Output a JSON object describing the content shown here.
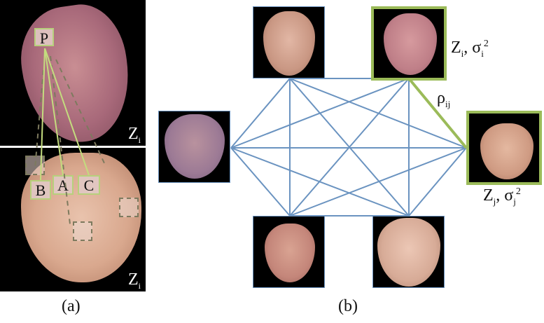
{
  "figure": {
    "panel_a": {
      "caption": "(a)",
      "top_image": {
        "label_main": "Z",
        "label_sub": "i",
        "source_patch": "P"
      },
      "bottom_image": {
        "label_main": "Z",
        "label_sub": "i",
        "target_patches": [
          "B",
          "A",
          "C"
        ]
      }
    },
    "panel_b": {
      "caption": "(b)",
      "nodes": [
        {
          "id": "top-left",
          "highlighted": false
        },
        {
          "id": "top-right",
          "highlighted": true,
          "label": {
            "z": "Z",
            "z_sub": "i",
            "sigma": "σ",
            "sigma_sub": "i",
            "sigma_sup": "2",
            "sep": ", "
          }
        },
        {
          "id": "left",
          "highlighted": false
        },
        {
          "id": "right",
          "highlighted": true,
          "label": {
            "z": "Z",
            "z_sub": "j",
            "sigma": "σ",
            "sigma_sub": "j",
            "sigma_sup": "2",
            "sep": ", "
          }
        },
        {
          "id": "bottom-left",
          "highlighted": false
        },
        {
          "id": "bottom-right",
          "highlighted": false
        }
      ],
      "edge_label": {
        "main": "ρ",
        "sub": "ij"
      },
      "colors": {
        "edge": "#6a93c0",
        "highlight": "#9bbb59",
        "link_line": "#c3dc7e"
      }
    }
  }
}
